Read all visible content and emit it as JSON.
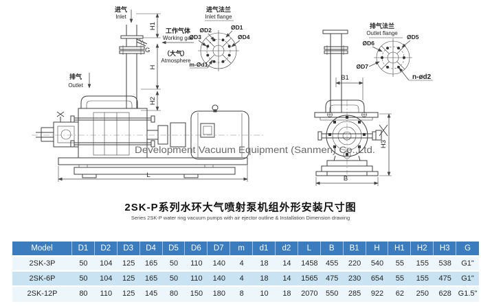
{
  "watermark": "Development Vacuum Equipment (Sanmen) Co.,Ltd.",
  "title": {
    "zh": "2SK-P系列水环大气喷射泵机组外形安装尺寸图",
    "en": "Series 2SK-P water ring vacuum pumps with air ejector outline & Installation Dimension drawing"
  },
  "diagram": {
    "side_view": {
      "inlet_zh": "进气",
      "inlet_en": "Inlet",
      "outlet_zh": "排气",
      "outlet_en": "Outlet",
      "working_gas_zh": "工作气体",
      "working_gas_en": "Working gas",
      "atmosphere_zh": "（大气）",
      "atmosphere_en": "Atmosphere",
      "g": "G",
      "h1": "H1",
      "h": "H",
      "h2": "H2",
      "l": "L"
    },
    "inlet_flange": {
      "title_zh": "进气法兰",
      "title_en": "Inlet flange",
      "d1": "ØD1",
      "d2": "ØD2",
      "d3": "ØD3",
      "d4": "ØD4",
      "holes": "m-Ød1"
    },
    "outlet_flange": {
      "title_zh": "排气法兰",
      "title_en": "Outlet flange",
      "d5": "ØD5",
      "d6": "ØD6",
      "d7": "ØD7",
      "holes": "n-ød2"
    },
    "end_view": {
      "b1": "B1",
      "b": "B",
      "h3": "H3"
    }
  },
  "table": {
    "headers": [
      "Model",
      "D1",
      "D2",
      "D3",
      "D4",
      "D5",
      "D6",
      "D7",
      "m",
      "d1",
      "d2",
      "L",
      "B",
      "B1",
      "H",
      "H1",
      "H2",
      "H3",
      "G"
    ],
    "rows": [
      {
        "cells": [
          "2SK-3P",
          "50",
          "104",
          "125",
          "165",
          "50",
          "110",
          "140",
          "4",
          "18",
          "14",
          "1458",
          "455",
          "220",
          "540",
          "55",
          "155",
          "538",
          "G1\""
        ]
      },
      {
        "cells": [
          "2SK-6P",
          "50",
          "104",
          "125",
          "165",
          "50",
          "110",
          "140",
          "4",
          "18",
          "14",
          "1565",
          "475",
          "230",
          "654",
          "55",
          "155",
          "475",
          "G1\""
        ]
      },
      {
        "cells": [
          "2SK-12P",
          "80",
          "110",
          "125",
          "145",
          "80",
          "150",
          "180",
          "8",
          "10",
          "18",
          "2070",
          "550",
          "285",
          "922",
          "62",
          "250",
          "628",
          "G1.5\""
        ]
      }
    ]
  },
  "colors": {
    "header_bg": "#3a7cbe",
    "row_light": "#edf6fb",
    "row_alt": "#c9e3f2",
    "line": "#3d3d3d"
  }
}
